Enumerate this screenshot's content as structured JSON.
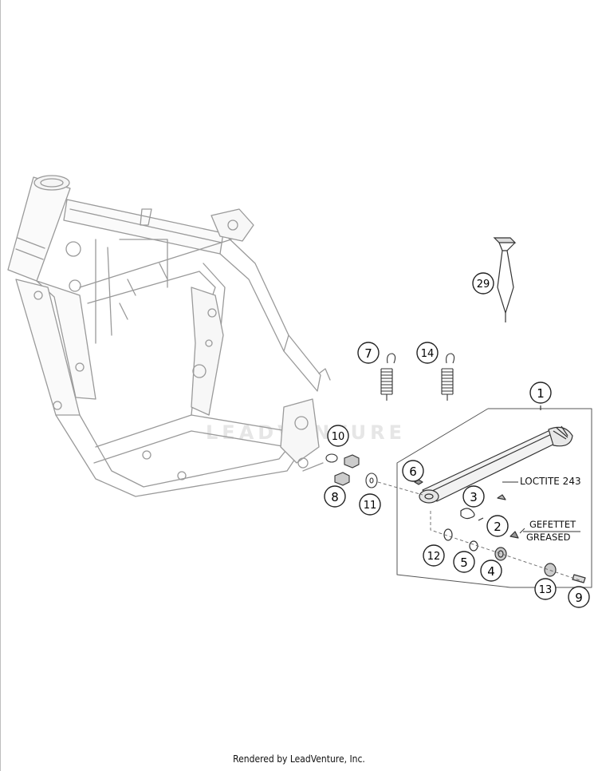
{
  "watermark": "LEADVENTURE",
  "callouts": {
    "c1": "1",
    "c2": "2",
    "c3": "3",
    "c4": "4",
    "c5": "5",
    "c6": "6",
    "c7": "7",
    "c8": "8",
    "c9": "9",
    "c10": "10",
    "c11": "11",
    "c12": "12",
    "c13": "13",
    "c14": "14",
    "c29": "29"
  },
  "notes": {
    "loctite": "LOCTITE 243",
    "gefettet": "GEFETTET",
    "greased": "GREASED"
  },
  "footer": "Rendered by LeadVenture, Inc."
}
